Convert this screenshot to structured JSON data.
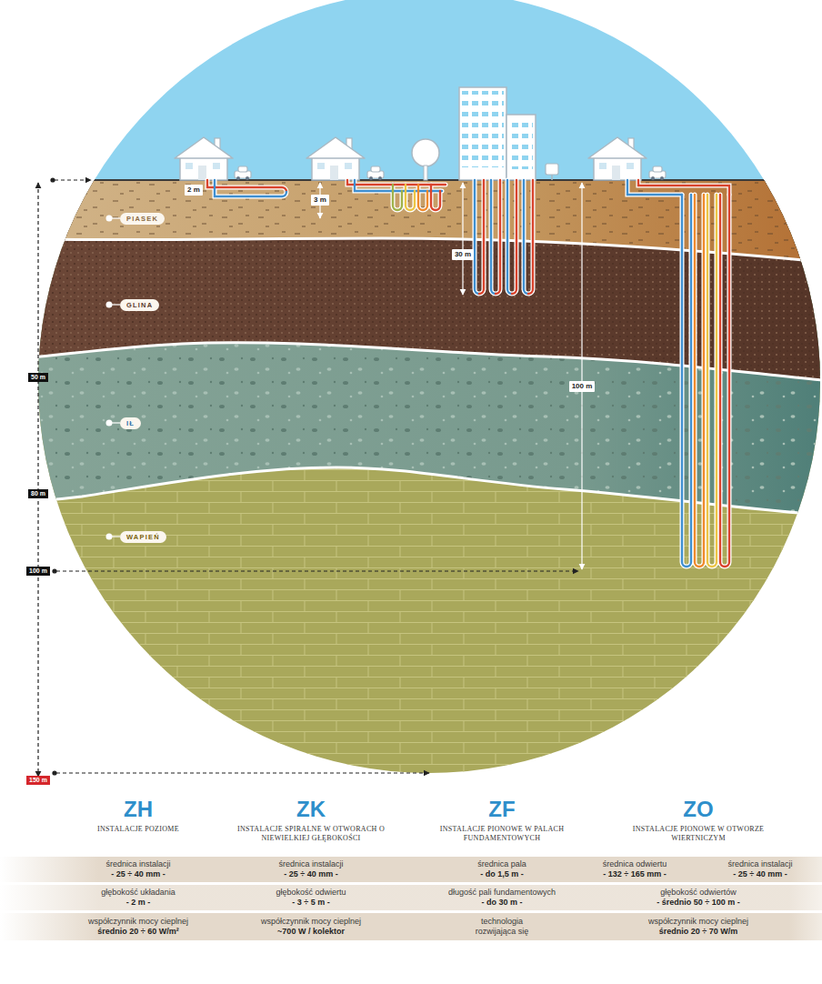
{
  "diagram": {
    "nodes": [
      {
        "text": [
          "2 m"
        ]
      },
      {
        "text": [
          "3 m"
        ]
      },
      {
        "text": [
          "PIASEK"
        ]
      },
      {
        "text": [
          "30 m"
        ]
      },
      {
        "text": [
          "GLINA"
        ]
      },
      {
        "text": [
          "50 m"
        ]
      },
      {
        "text": [
          "100 m"
        ]
      },
      {
        "text": [
          "IŁ"
        ]
      },
      {
        "text": [
          "80 m"
        ]
      },
      {
        "text": [
          "WAPIEŃ"
        ]
      },
      {
        "text": [
          "100 m"
        ]
      },
      {
        "text": [
          "150 m"
        ]
      },
      {
        "text": [
          "średnica instalacji",
          "- 25 ÷ 40 mm -"
        ]
      },
      {
        "text": [
          "średnica instalacji",
          "- 25 ÷ 40 mm -"
        ]
      },
      {
        "text": [
          "średnica pala",
          "- do 1,5 m -"
        ]
      },
      {
        "text": [
          "średnica odwiertu",
          "- 132 ÷ 165 mm -"
        ]
      },
      {
        "text": [
          "średnica instalacji",
          "- 25 ÷ 40 mm -"
        ]
      },
      {
        "text": [
          "głębokość układania",
          "- 2 m -"
        ]
      },
      {
        "text": [
          "głębokość odwiertu",
          "- 3 ÷ 5 m -"
        ]
      },
      {
        "text": [
          "długość pali fundamentowych",
          "- do 30 m -"
        ]
      },
      {
        "text": [
          "głębokość odwiertów",
          "- średnio 50 ÷ 100 m -"
        ]
      },
      {
        "text": [
          "współczynnik mocy cieplnej",
          "średnio 20 ÷ 60 W/m²"
        ]
      },
      {
        "text": [
          "współczynnik mocy cieplnej",
          "~700 W / kolektor"
        ]
      },
      {
        "text": [
          "technologia rozwijająca się"
        ]
      },
      {
        "text": [
          "współczynnik mocy cieplnej",
          "średnio 20 ÷ 70 W/m"
        ]
      }
    ],
    "labels": [
      "ZH",
      "INSTALACJE POZIOME",
      "ZK",
      "INSTALACJE SPIRALNE W OTWORACH O NIEWIELKIEJ GŁĘBOKOŚCI",
      "ZF",
      "INSTALACJE PIONOWE W PALACH FUNDAMENTOWYCH",
      "ZO",
      "INSTALACJE PIONOWE W OTWORZE WIERTNICZYM"
    ]
  }
}
